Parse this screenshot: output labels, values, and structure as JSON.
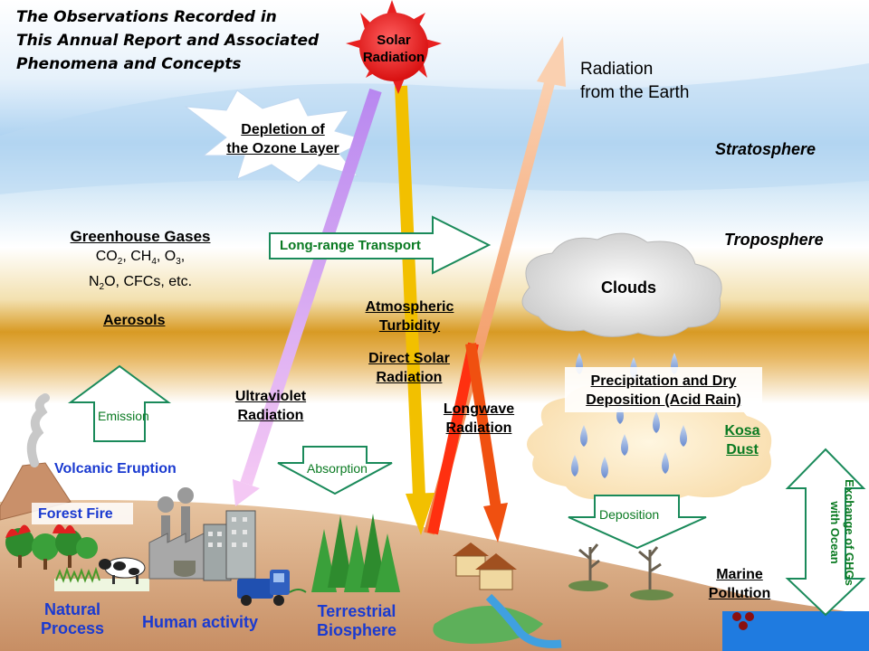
{
  "title_lines": [
    "The Observations Recorded in",
    "This Annual Report and Associated",
    "Phenomena and Concepts"
  ],
  "solar_radiation": [
    "Solar",
    "Radiation"
  ],
  "radiation_from_earth": [
    "Radiation",
    "from the Earth"
  ],
  "depletion_ozone": [
    "Depletion of",
    "the Ozone Layer"
  ],
  "stratosphere": "Stratosphere",
  "troposphere": "Troposphere",
  "greenhouse_gases": {
    "heading": "Greenhouse Gases",
    "line1": "CO2, CH4, O3,",
    "line2": "N2O, CFCs, etc."
  },
  "aerosols": "Aerosols",
  "long_range_transport": "Long-range Transport",
  "clouds": "Clouds",
  "atmospheric_turbidity": [
    "Atmospheric",
    "Turbidity"
  ],
  "direct_solar_radiation": [
    "Direct Solar",
    "Radiation"
  ],
  "precipitation": [
    "Precipitation and Dry",
    "Deposition (Acid Rain)"
  ],
  "emission": "Emission",
  "ultraviolet_radiation": [
    "Ultraviolet",
    "Radiation"
  ],
  "longwave_radiation": [
    "Longwave",
    "Radiation"
  ],
  "kosa_dust": [
    "Kosa",
    "Dust"
  ],
  "volcanic_eruption": "Volcanic Eruption",
  "absorption": "Absorption",
  "deposition": "Deposition",
  "exchange_ocean": [
    "Exchange of GHGs",
    "with Ocean"
  ],
  "forest_fire": "Forest Fire",
  "marine_pollution": [
    "Marine",
    "Pollution"
  ],
  "natural_process": [
    "Natural",
    "Process"
  ],
  "human_activity": "Human activity",
  "terrestrial_biosphere": [
    "Terrestrial",
    "Biosphere"
  ]
}
